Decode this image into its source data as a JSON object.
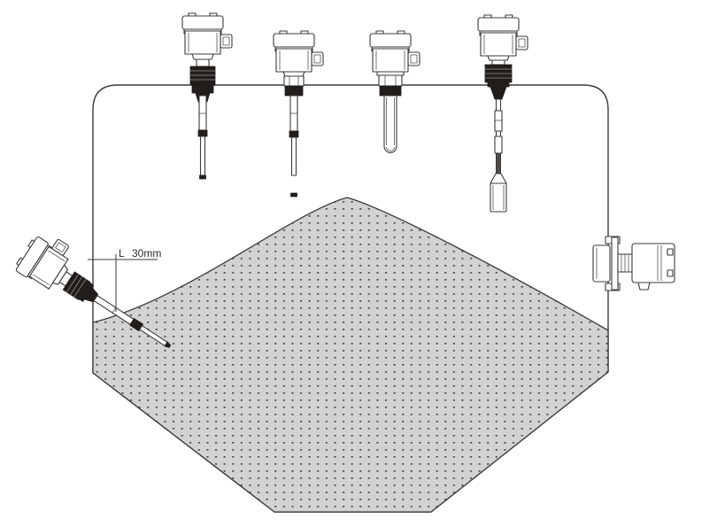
{
  "annotation": {
    "label": "L",
    "value": "30mm"
  },
  "colors": {
    "background": "#ffffff",
    "line": "#3e3a38",
    "fitting": "#201d1b",
    "cable": "#4f4b48",
    "material": "#d2d2d2",
    "dot": "#4b4b4b",
    "text": "#2e2b29"
  },
  "diagram": {
    "name": "silo-level-sensor-mounting-diagram",
    "vessel": "storage silo with hopper bottom",
    "material_fill": "bulk solids pile with dotted hatch"
  },
  "sensors": {
    "top_1": "vibrating-rod-level-sensor-long",
    "top_2": "vibrating-rod-level-sensor-long-2",
    "top_3": "short-tube-level-sensor",
    "top_4": "cable-suspended-weight-level-sensor",
    "left": "angled-rod-level-sensor-through-wall",
    "right": "side-mounted-flange-level-sensor"
  }
}
